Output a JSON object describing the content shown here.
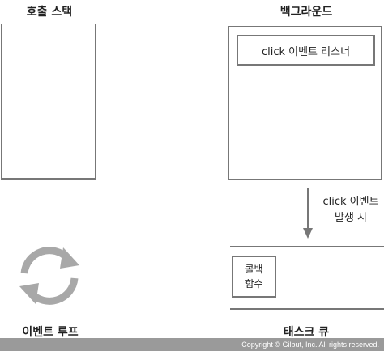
{
  "call_stack": {
    "title": "호출 스택"
  },
  "background": {
    "title": "백그라운드",
    "listener_label": "click 이벤트 리스너"
  },
  "event_trigger": {
    "line1": "click 이벤트",
    "line2": "발생 시"
  },
  "event_loop": {
    "title": "이벤트 루프"
  },
  "task_queue": {
    "title": "태스크 큐",
    "callback_line1": "콜백",
    "callback_line2": "함수"
  },
  "footer": {
    "copyright": "Copyright © Gilbut, Inc. All rights reserved."
  },
  "colors": {
    "stroke": "#777777",
    "loop_arrow": "#a8a8a8",
    "footer_bg": "#9a9a9a"
  },
  "icons": {
    "loop": "circular-refresh-arrows",
    "event_arrow": "down-arrow"
  }
}
